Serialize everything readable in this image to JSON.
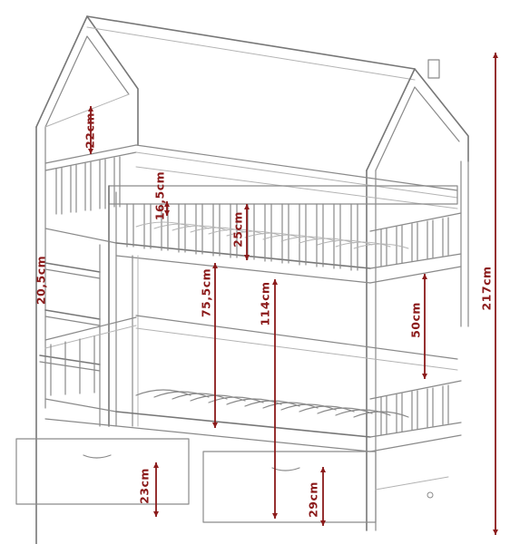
{
  "dimension_color": "#8b1a1a",
  "measurements": {
    "roof_gable_height": "22cm",
    "upper_rail_gap": "16,5cm",
    "upper_guard_height": "25cm",
    "ladder_rung_spacing": "20,5cm",
    "bed_space_height": "75,5cm",
    "upper_bunk_height": "114cm",
    "lower_clearance": "50cm",
    "total_height": "217cm",
    "drawer_left_height": "23cm",
    "drawer_right_height": "29cm"
  }
}
